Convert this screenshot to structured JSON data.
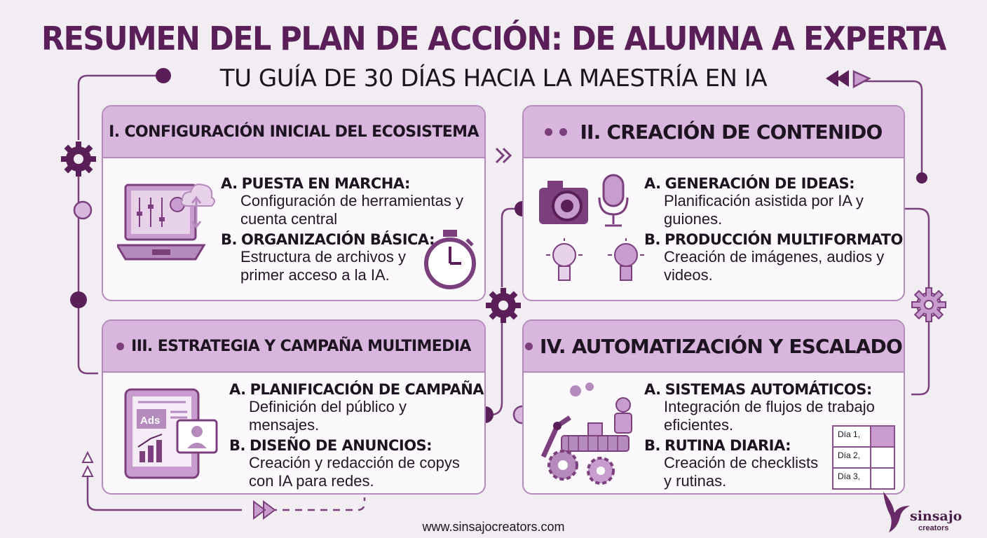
{
  "title": "RESUMEN DEL PLAN DE ACCIÓN: DE ALUMNA A EXPERTA",
  "subtitle": "TU GUÍA DE 30 DÍAS HACIA LA MAESTRÍA EN IA",
  "colors": {
    "primary": "#5a1f58",
    "header_fill": "#d8b6de",
    "border": "#b58abc",
    "accent": "#7a3f7c",
    "background": "#f1edf3"
  },
  "sections": [
    {
      "heading": "I. CONFIGURACIÓN INICIAL DEL ECOSISTEMA",
      "icons": [
        "laptop-icon",
        "cloud-sync-icon",
        "stopwatch-icon"
      ],
      "items": [
        {
          "letter": "A.",
          "title": "PUESTA EN MARCHA:",
          "text": "Configuración de herramientas y cuenta central"
        },
        {
          "letter": "B.",
          "title": "ORGANIZACIÓN BÁSICA:",
          "text": "Estructura de archivos y primer acceso a la IA."
        }
      ]
    },
    {
      "heading": "II. CREACIÓN DE CONTENIDO",
      "icons": [
        "camera-icon",
        "microphone-icon",
        "lightbulb-icon"
      ],
      "items": [
        {
          "letter": "A.",
          "title": "GENERACIÓN DE IDEAS:",
          "text": "Planificación asistida por IA y guiones."
        },
        {
          "letter": "B.",
          "title": "PRODUCCIÓN MULTIFORMATO:",
          "text": "Creación de imágenes, audios y videos."
        }
      ]
    },
    {
      "heading": "III. ESTRATEGIA Y CAMPAÑA MULTIMEDIA",
      "icons": [
        "tablet-ads-icon",
        "growth-chart-icon",
        "video-call-icon"
      ],
      "ads_label": "Ads",
      "items": [
        {
          "letter": "A.",
          "title": "PLANIFICACIÓN DE CAMPAÑA:",
          "text": "Definición del público y mensajes."
        },
        {
          "letter": "B.",
          "title": "DISEÑO DE ANUNCIOS:",
          "text": "Creación y redacción de copys con IA para redes."
        }
      ]
    },
    {
      "heading": "IV. AUTOMATIZACIÓN Y ESCALADO",
      "icons": [
        "robot-icon",
        "conveyor-icon",
        "gears-icon"
      ],
      "items": [
        {
          "letter": "A.",
          "title": "SISTEMAS AUTOMÁTICOS:",
          "text": "Integración de flujos de trabajo eficientes."
        },
        {
          "letter": "B.",
          "title": "RUTINA DIARIA:",
          "text": "Creación de checklists y rutinas."
        }
      ],
      "schedule": [
        "Día 1,",
        "Día 2,",
        "Día 3,"
      ]
    }
  ],
  "footer": {
    "url": "www.sinsajocreators.com"
  },
  "logo": {
    "name": "sinsajo",
    "tagline": "creators"
  }
}
